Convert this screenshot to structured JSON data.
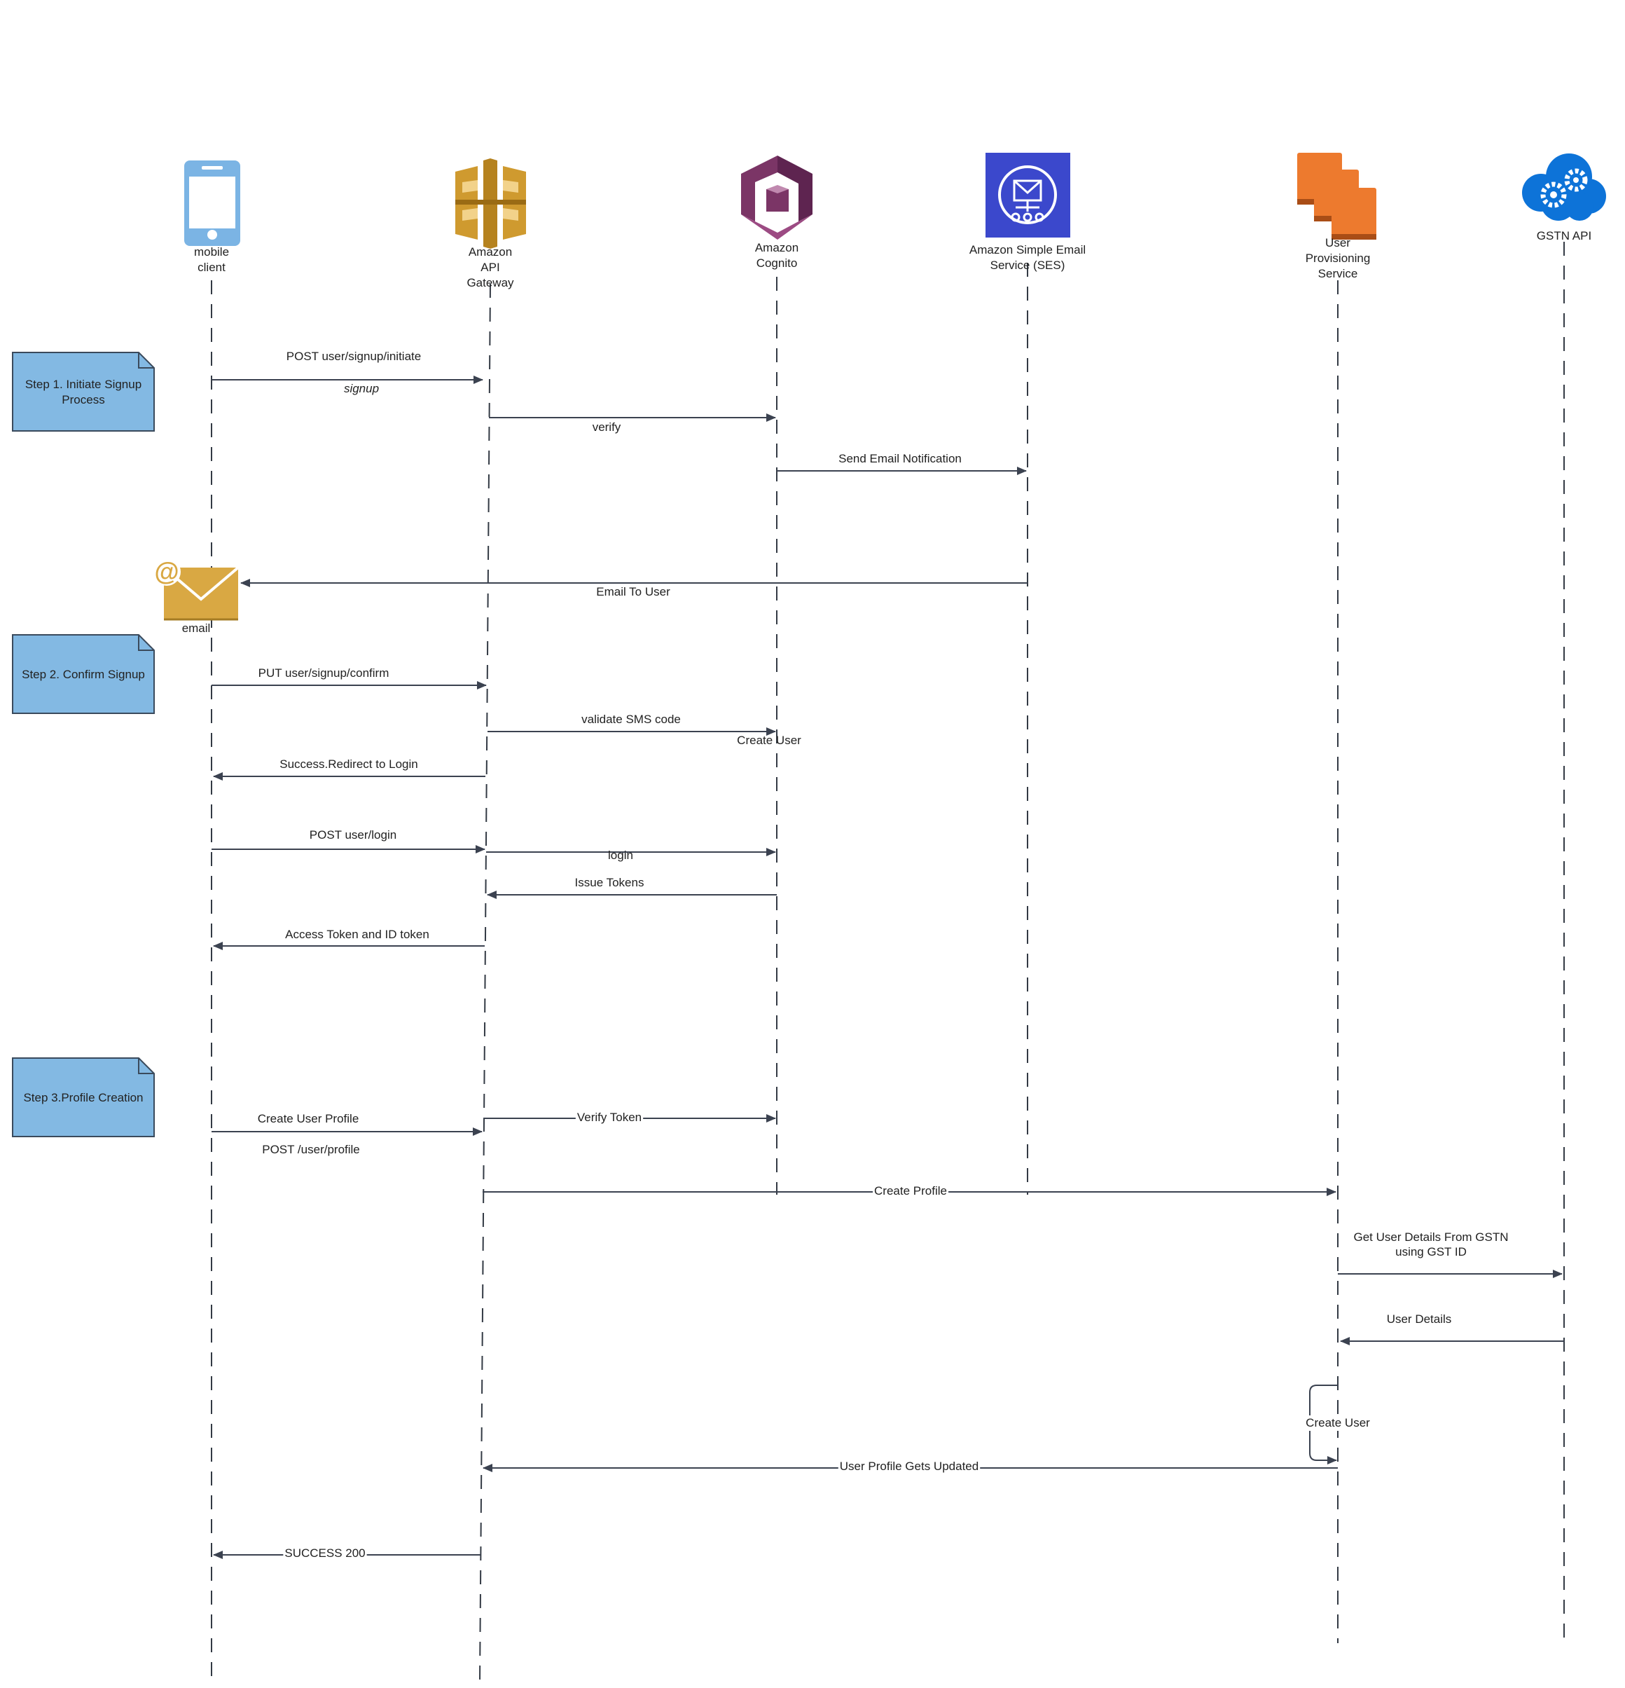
{
  "participants": [
    {
      "id": "mobile",
      "label": [
        "mobile",
        "client"
      ],
      "icon": "mobile-phone-icon"
    },
    {
      "id": "apigw",
      "label": [
        "Amazon",
        "API",
        "Gateway"
      ],
      "icon": "api-gateway-icon"
    },
    {
      "id": "cognito",
      "label": [
        "Amazon",
        "Cognito"
      ],
      "icon": "cognito-icon"
    },
    {
      "id": "ses",
      "label": [
        "Amazon Simple Email",
        "Service (SES)"
      ],
      "icon": "ses-icon"
    },
    {
      "id": "ups",
      "label": [
        "User",
        "Provisioning",
        "Service"
      ],
      "icon": "server-stack-icon"
    },
    {
      "id": "gstn",
      "label": [
        "GSTN API"
      ],
      "icon": "cloud-gears-icon"
    }
  ],
  "notes": [
    {
      "lines": [
        "Step 1. Initiate Signup",
        "Process"
      ]
    },
    {
      "lines": [
        "Step 2. Confirm Signup"
      ]
    },
    {
      "lines": [
        "Step 3.Profile Creation"
      ]
    }
  ],
  "email_node": {
    "label": "email",
    "icon": "email-envelope-icon"
  },
  "messages": [
    {
      "from": "mobile",
      "to": "apigw",
      "lines": [
        "POST user/signup/initiate"
      ],
      "sublabel": "signup"
    },
    {
      "from": "apigw",
      "to": "cognito",
      "lines": [
        "verify"
      ]
    },
    {
      "from": "cognito",
      "to": "ses",
      "lines": [
        "Send Email Notification"
      ]
    },
    {
      "from": "ses",
      "to": "email",
      "lines": [
        "Email To User"
      ]
    },
    {
      "from": "mobile",
      "to": "apigw",
      "lines": [
        "PUT user/signup/confirm"
      ]
    },
    {
      "from": "apigw",
      "to": "cognito",
      "lines": [
        "validate SMS code"
      ],
      "sublabel": "Create User"
    },
    {
      "from": "apigw",
      "to": "mobile",
      "lines": [
        "Success.Redirect to Login"
      ]
    },
    {
      "from": "mobile",
      "to": "apigw",
      "lines": [
        "POST user/login"
      ]
    },
    {
      "from": "apigw",
      "to": "cognito",
      "lines": [
        "login"
      ]
    },
    {
      "from": "cognito",
      "to": "apigw",
      "lines": [
        "Issue Tokens"
      ]
    },
    {
      "from": "apigw",
      "to": "mobile",
      "lines": [
        "Access Token and ID token"
      ]
    },
    {
      "from": "mobile",
      "to": "apigw",
      "lines": [
        "Create User Profile"
      ],
      "sublabel": "POST /user/profile"
    },
    {
      "from": "apigw",
      "to": "cognito",
      "lines": [
        "Verify Token"
      ]
    },
    {
      "from": "apigw",
      "to": "ups",
      "lines": [
        "Create Profile"
      ]
    },
    {
      "from": "ups",
      "to": "gstn",
      "lines": [
        "Get User Details From GSTN",
        "using GST ID"
      ]
    },
    {
      "from": "gstn",
      "to": "ups",
      "lines": [
        "User Details"
      ]
    },
    {
      "from": "ups",
      "to": "ups",
      "lines": [
        "Create User"
      ]
    },
    {
      "from": "ups",
      "to": "apigw",
      "lines": [
        "User Profile Gets Updated"
      ]
    },
    {
      "from": "apigw",
      "to": "mobile",
      "lines": [
        "SUCCESS 200"
      ]
    }
  ],
  "colors": {
    "note_fill": "#83b9e3",
    "note_stroke": "#3a4a5c",
    "line": "#3b4250",
    "mobile_icon": "#7bb4e4",
    "api_gateway": "#cf9a2f",
    "cognito": "#7b3566",
    "ses": "#3b48cc",
    "ec2": "#ed7a2e",
    "gstn": "#0d73d8",
    "email": "#d9a843"
  }
}
